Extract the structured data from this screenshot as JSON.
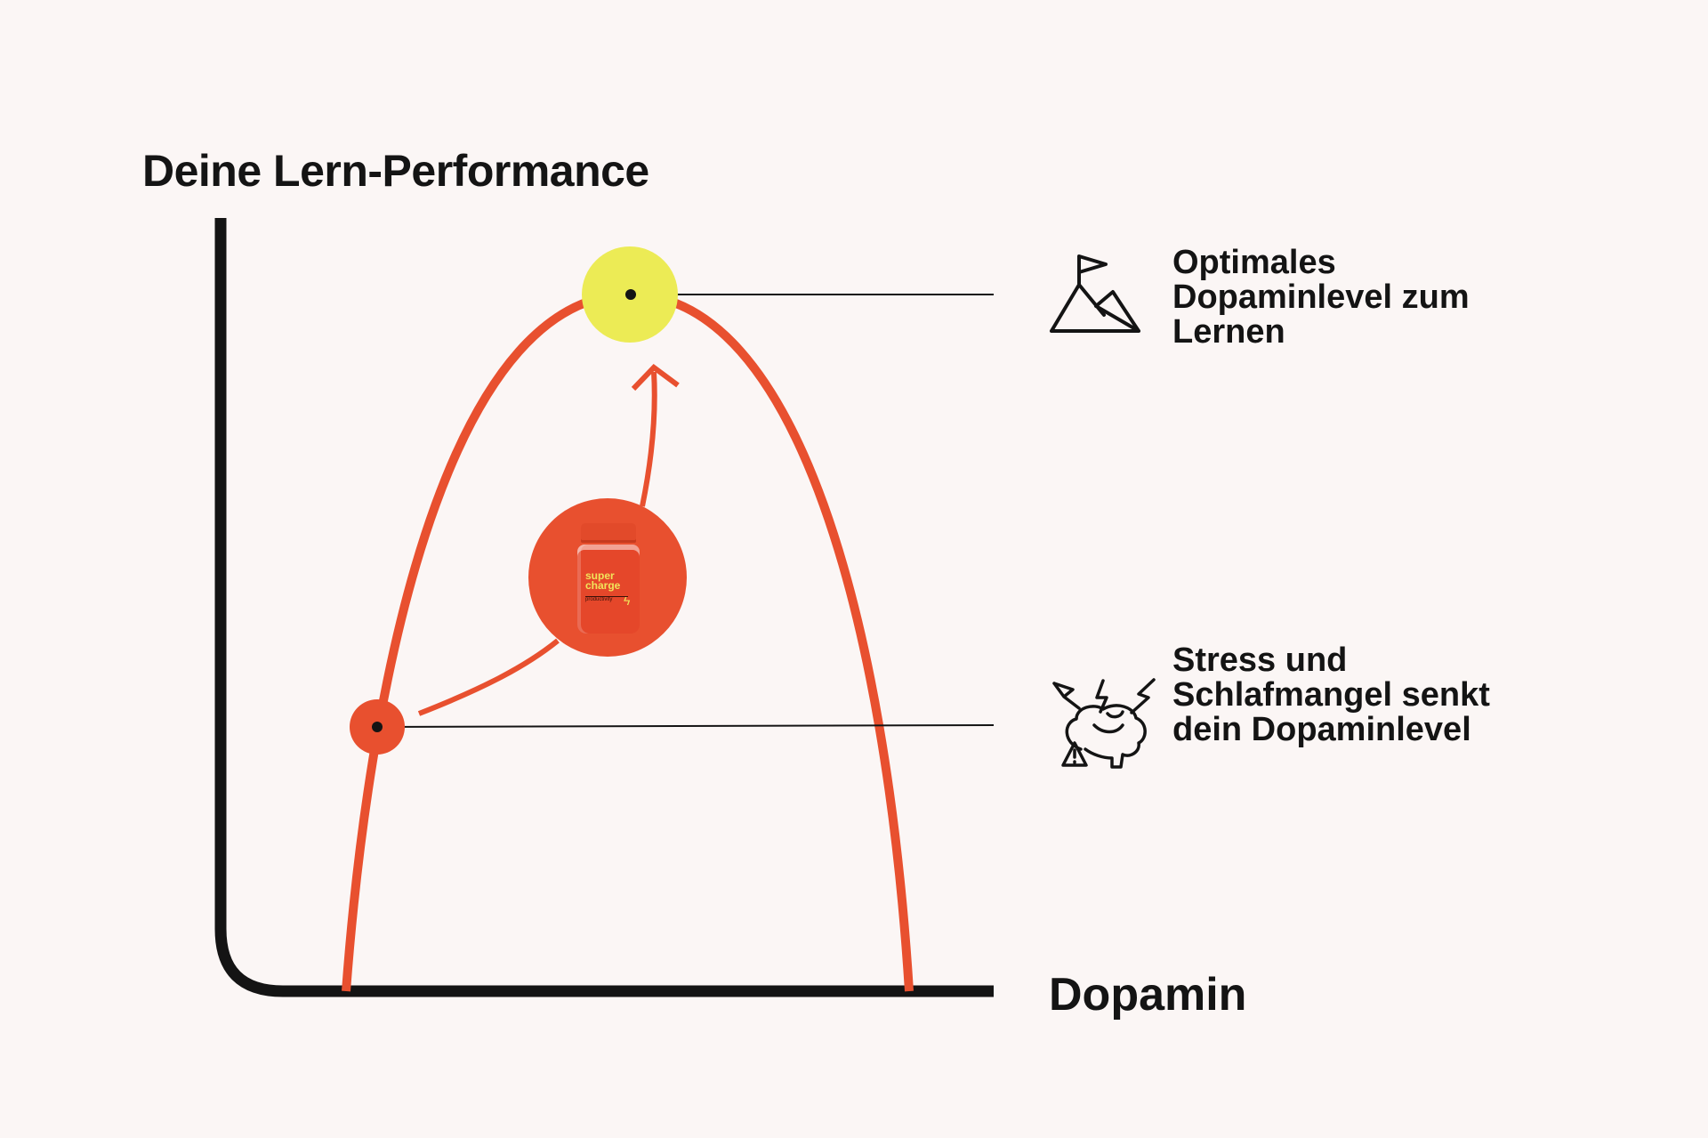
{
  "title": "Deine Lern-Performance",
  "x_axis_label": "Dopamin",
  "annotations": {
    "optimal": {
      "icon": "mountain-flag-icon",
      "lines": [
        "Optimales",
        "Dopaminlevel zum",
        "Lernen"
      ]
    },
    "stress": {
      "icon": "stressed-brain-warning-icon",
      "lines": [
        "Stress und",
        "Schlafmangel senkt",
        "dein Dopaminlevel"
      ]
    }
  },
  "product": {
    "line1": "super",
    "line2": "charge",
    "variant": "productivity"
  },
  "colors": {
    "background": "#FBF6F5",
    "curve": "#E8502F",
    "optimum": "#ECEB55",
    "axis": "#141414"
  }
}
